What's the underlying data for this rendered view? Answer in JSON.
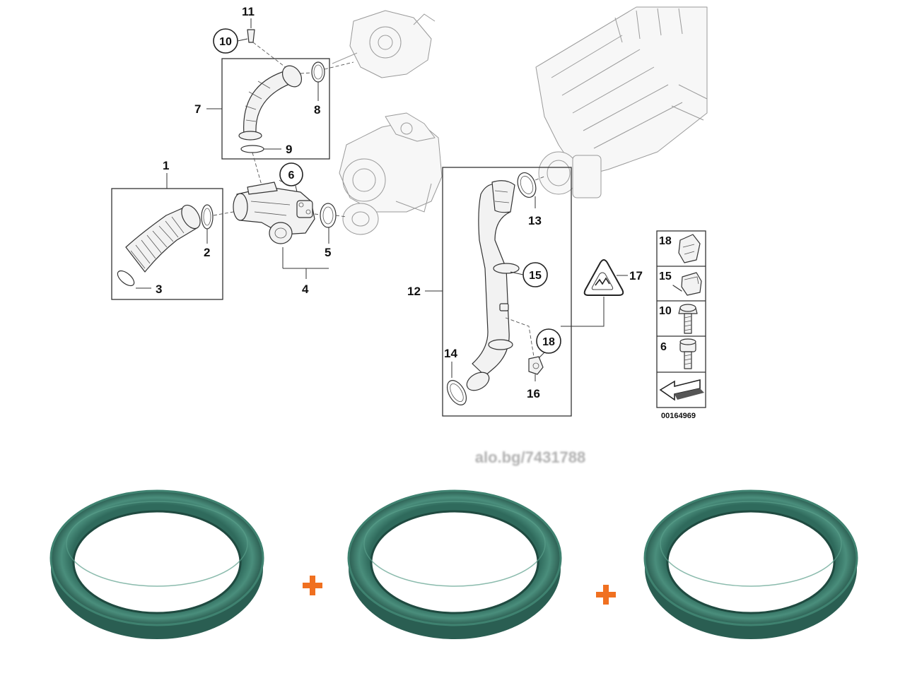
{
  "diagram": {
    "labels": {
      "l1": "1",
      "l2": "2",
      "l3": "3",
      "l4": "4",
      "l5": "5",
      "l7": "7",
      "l8": "8",
      "l9": "9",
      "l11": "11",
      "l12": "12",
      "l13": "13",
      "l14": "14",
      "l16": "16",
      "l17": "17"
    },
    "circled": {
      "c6": "6",
      "c10": "10",
      "c15": "15",
      "c18": "18"
    },
    "legend": [
      {
        "num": "18",
        "icon": "clip-bracket-icon"
      },
      {
        "num": "15",
        "icon": "spring-clip-icon"
      },
      {
        "num": "10",
        "icon": "hex-bolt-icon"
      },
      {
        "num": "6",
        "icon": "allen-bolt-icon"
      },
      {
        "num": "",
        "icon": "arrow-icon"
      }
    ],
    "diagram_id": "00164969"
  },
  "watermark": "alo.bg/7431788",
  "products": {
    "seal_color": "#3f8270",
    "plus_color": "#f07020",
    "plus_symbol": "+"
  }
}
